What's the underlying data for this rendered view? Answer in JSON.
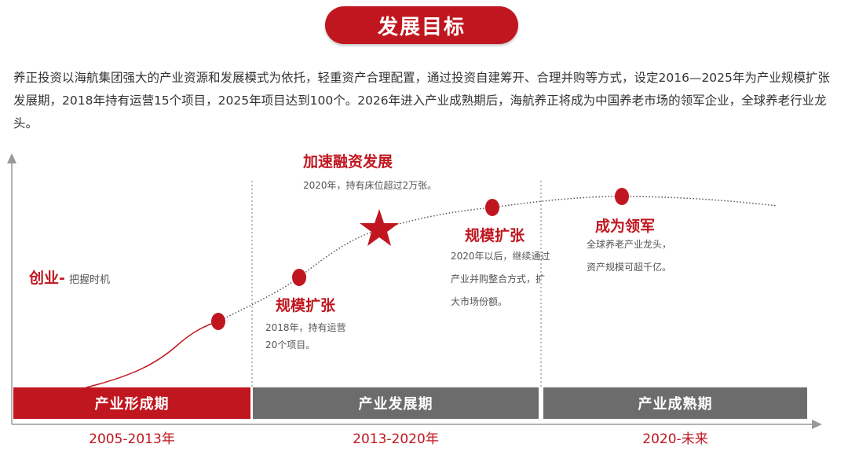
{
  "colors": {
    "accent": "#c0161f",
    "phase_gray": "#6c6c6c",
    "axis": "#999999"
  },
  "title": "发展目标",
  "intro": "养正投资以海航集团强大的产业资源和发展模式为依托，轻重资产合理配置，通过投资自建筹开、合理并购等方式，设定2016—2025年为产业规模扩张发展期，2018年持有运营15个项目，2025年项目达到100个。2026年进入产业成熟期后，海航养正将成为中国养老市场的领军企业，全球养老行业龙头。",
  "milestones": {
    "startup": {
      "title": "创业-",
      "subtitle": "把握时机"
    },
    "scale_2018": {
      "title": "规模扩张",
      "lines": [
        "2018年，持有运营",
        "20个项目。"
      ]
    },
    "accelerate": {
      "title": "加速融资发展",
      "lines": [
        "2020年，持有床位超过2万张。"
      ]
    },
    "scale_2020": {
      "title": "规模扩张",
      "lines": [
        "2020年以后，继续通过",
        "产业并购整合方式，扩",
        "大市场份额。"
      ]
    },
    "leader": {
      "title": "成为领军",
      "lines": [
        "全球养老产业龙头，",
        "资产规模可超千亿。"
      ]
    }
  },
  "phases": [
    {
      "label": "产业形成期",
      "years": "2005-2013年"
    },
    {
      "label": "产业发展期",
      "years": "2013-2020年"
    },
    {
      "label": "产业成熟期",
      "years": "2020-未来"
    }
  ]
}
